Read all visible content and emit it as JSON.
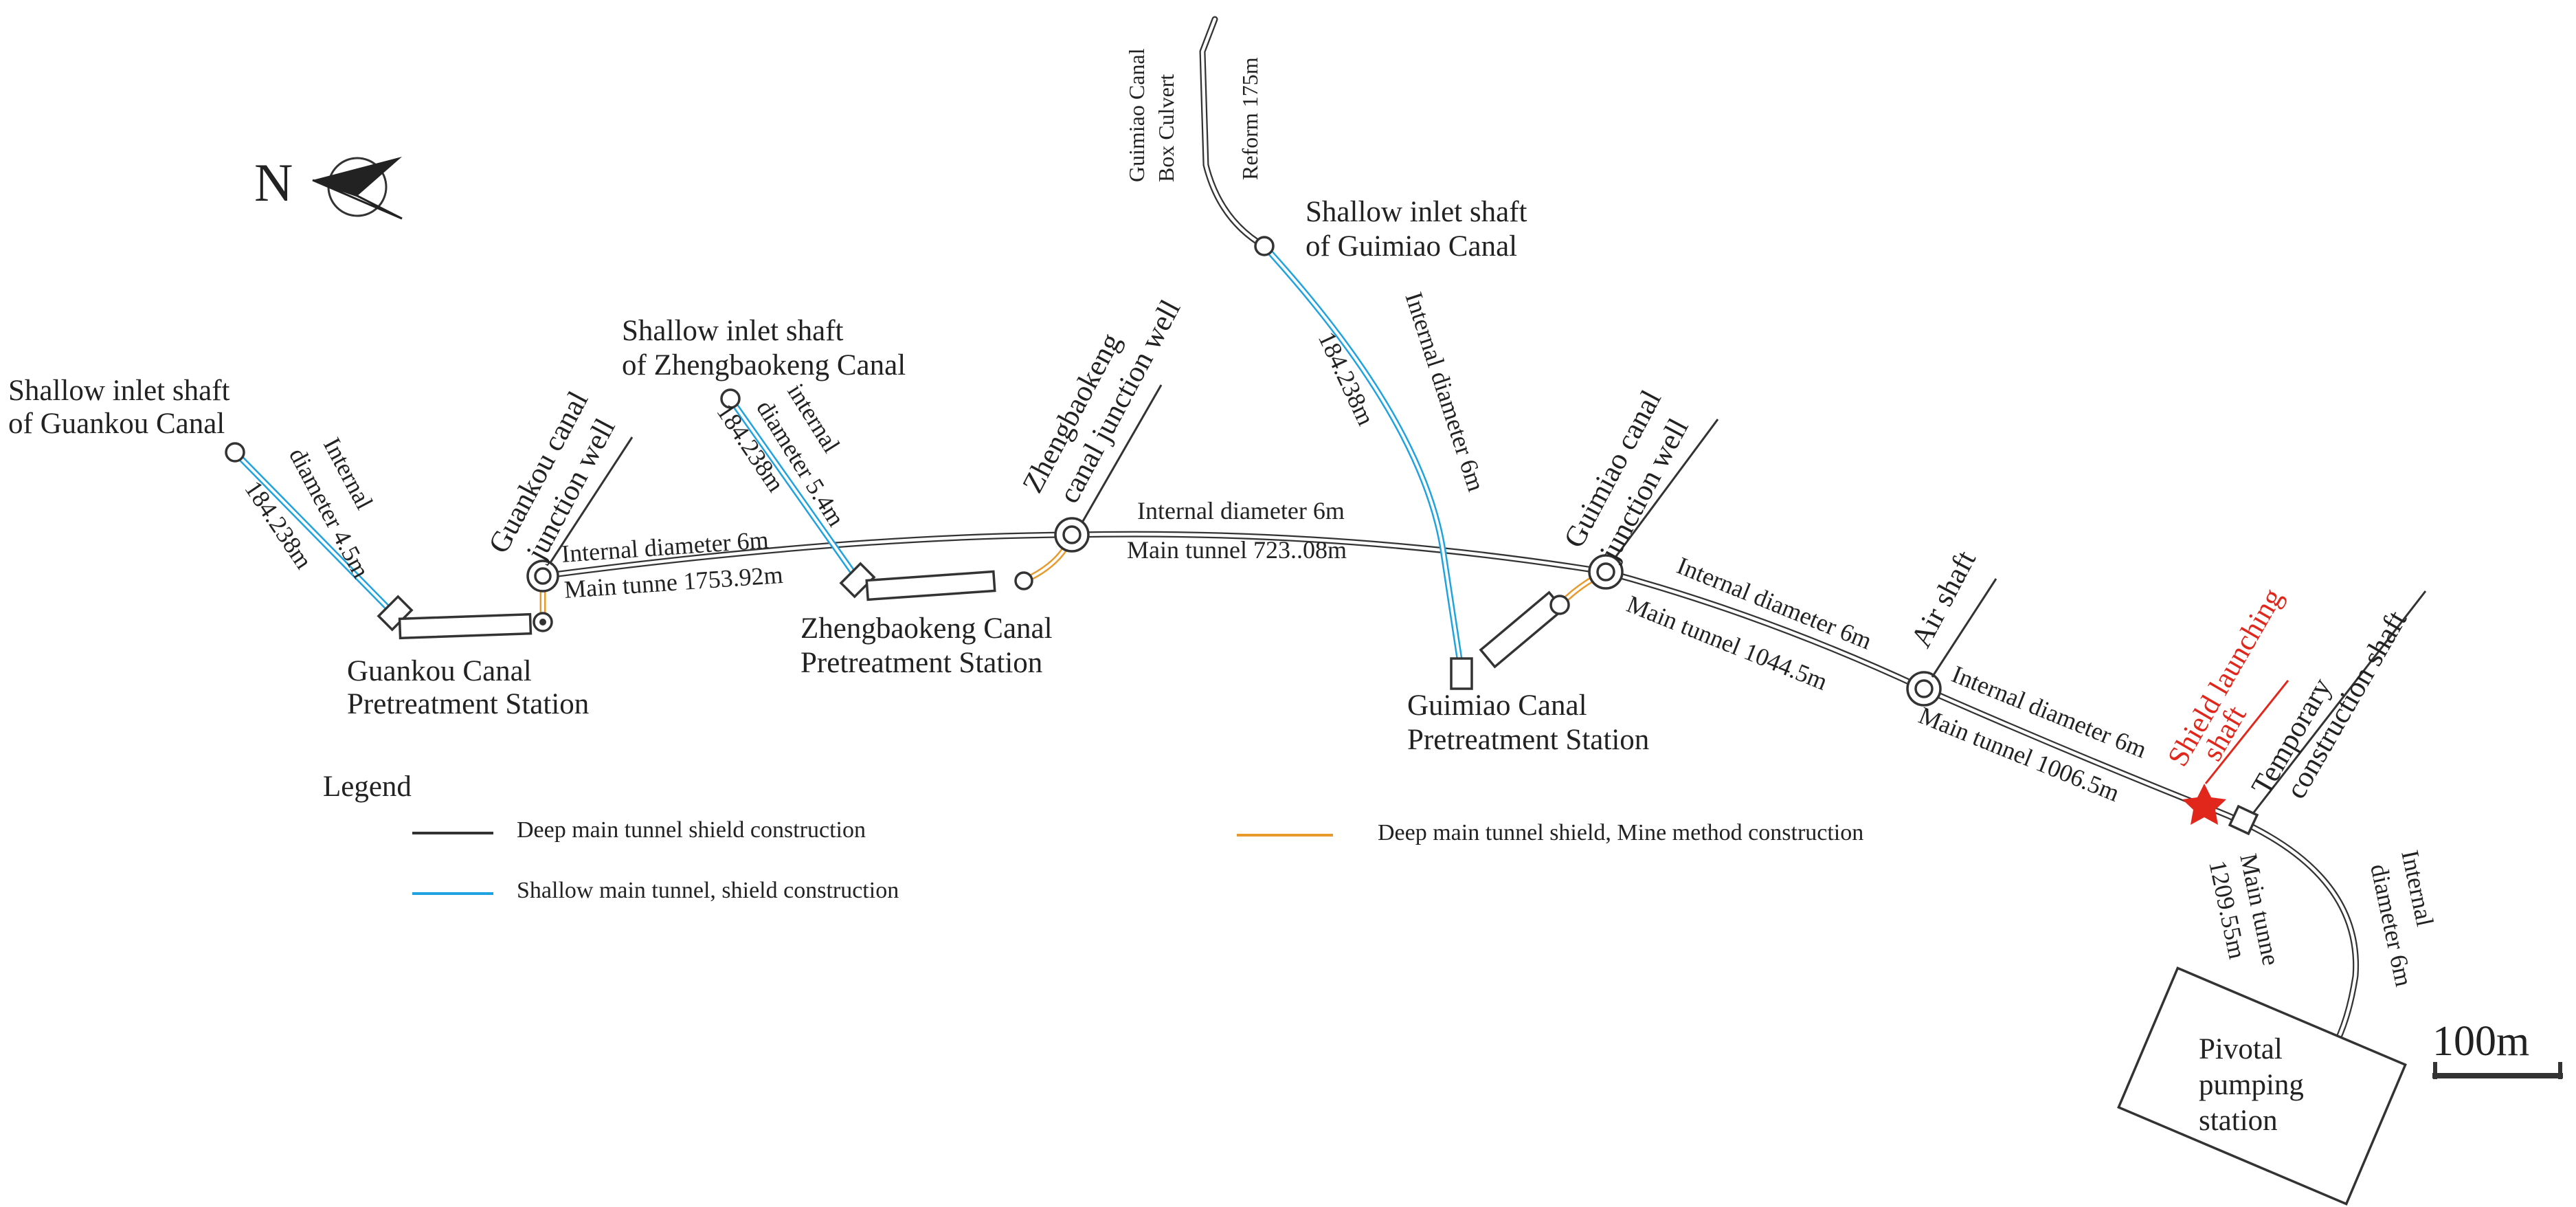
{
  "compass": {
    "label": "N"
  },
  "labels": {
    "guankou_inlet_1": "Shallow inlet shaft",
    "guankou_inlet_2": "of Guankou Canal",
    "guankou_diam_1": "Internal",
    "guankou_diam_2": "diameter 4.5m",
    "guankou_len": "184.238m",
    "guankou_junction_1": "Guankou canal",
    "guankou_junction_2": "junction well",
    "guankou_station_1": "Guankou Canal",
    "guankou_station_2": "Pretreatment Station",
    "zbk_inlet_1": "Shallow inlet shaft",
    "zbk_inlet_2": "of Zhengbaokeng Canal",
    "zbk_diam_1": "internal",
    "zbk_diam_2": "diameter 5.4m",
    "zbk_len": "184.238m",
    "zbk_junction_1": "Zhengbaokeng",
    "zbk_junction_2": "canal junction well",
    "zbk_station_1": "Zhengbaokeng Canal",
    "zbk_station_2": "Pretreatment Station",
    "seg1_diam": "Internal diameter 6m",
    "seg1_len": "Main tunne 1753.92m",
    "seg2_diam": "Internal diameter 6m",
    "seg2_len": "Main tunnel 723..08m",
    "culvert_1": "Guimiao Canal",
    "culvert_2": "Box Culvert",
    "reform": "Reform 175m",
    "gm_inlet_1": "Shallow inlet shaft",
    "gm_inlet_2": "of Guimiao Canal",
    "gm_len": "184.238m",
    "gm_diam": "Internal diameter 6m",
    "gm_junction_1": "Guimiao canal",
    "gm_junction_2": "junction well",
    "gm_station_1": "Guimiao Canal",
    "gm_station_2": "Pretreatment Station",
    "seg3_diam": "Internal diameter 6m",
    "seg3_len": "Main tunnel 1044.5m",
    "air_shaft": "Air shaft",
    "seg4_diam": "Internal diameter 6m",
    "seg4_len": "Main tunnel 1006.5m",
    "launch_1": "Shield launching",
    "launch_2": "shaft",
    "temp_1": "Temporary",
    "temp_2": "construction shaft",
    "seg5_len_1": "Main tunne",
    "seg5_len_2": "1209.55m",
    "seg5_diam_1": "Internal",
    "seg5_diam_2": "diameter 6m",
    "pump_1": "Pivotal",
    "pump_2": "pumping",
    "pump_3": "station",
    "scale": "100m"
  },
  "legend": {
    "title": "Legend",
    "items": [
      {
        "label": "Deep main tunnel shield construction",
        "color": "#333333"
      },
      {
        "label": "Shallow main tunnel, shield construction",
        "color": "#1fa3e0"
      },
      {
        "label": "Deep main tunnel shield, Mine method construction",
        "color": "#e89a2c"
      }
    ]
  },
  "colors": {
    "deep": "#333333",
    "shallow": "#1fa3e0",
    "mine": "#e89a2c",
    "highlight": "#e1261c"
  }
}
